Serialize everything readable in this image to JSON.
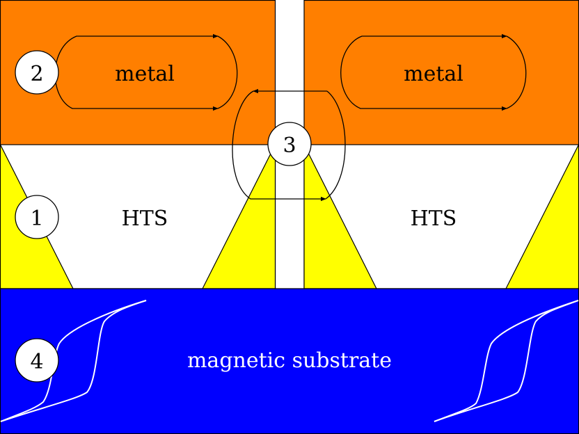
{
  "labels": {
    "metal_left": "metal",
    "metal_right": "metal",
    "hts_left": "HTS",
    "hts_right": "HTS",
    "substrate": "magnetic substrate"
  },
  "markers": [
    "1",
    "2",
    "3",
    "4"
  ],
  "colors": {
    "metal": "#ff7f00",
    "hts": "#ffffff",
    "edge": "#ffff00",
    "substrate": "#0000ff",
    "outline": "#000000",
    "hysteresis": "#ffffff"
  }
}
